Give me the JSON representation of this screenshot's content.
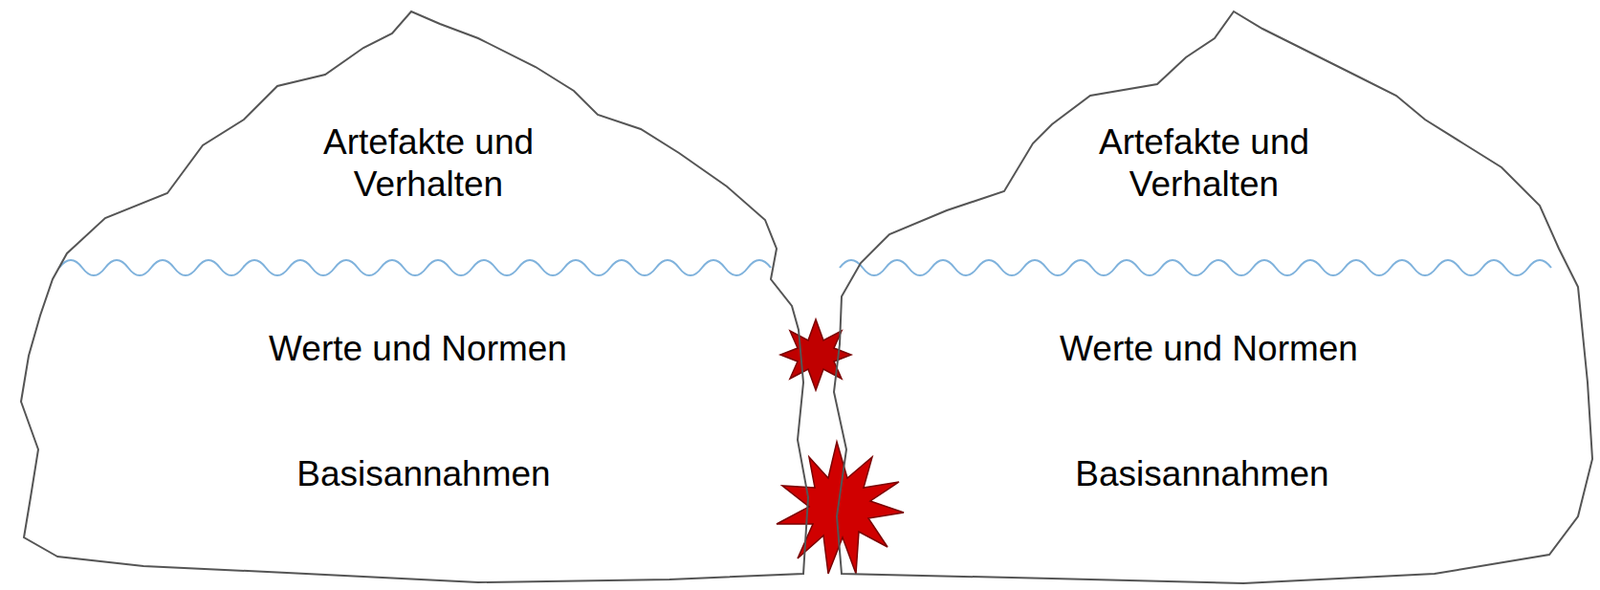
{
  "diagram": {
    "nodes": [
      {
        "text": [
          "Artefakte und Verhalten",
          "Werte und Normen",
          "Basisannahmen"
        ]
      },
      {
        "text": [
          "Artefakte und Verhalten",
          "Werte und Normen",
          "Basisannahmen"
        ]
      }
    ]
  }
}
